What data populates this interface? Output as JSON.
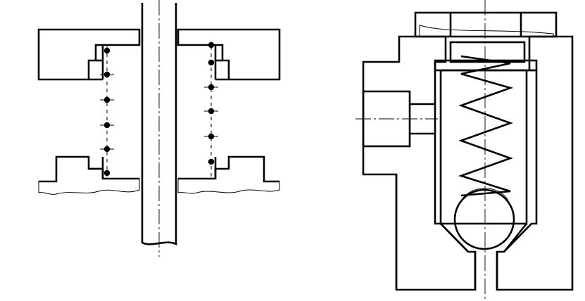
{
  "figure": {
    "background": "#ffffff",
    "line_color": "#000000",
    "views": [
      {
        "name": "shaft-seal-section",
        "parts": [
          "gland-flange",
          "housing",
          "shaft",
          "packing-rings",
          "shaft-centerline"
        ]
      },
      {
        "name": "spring-check-valve-section",
        "parts": [
          "valve-cap",
          "valve-body",
          "side-port",
          "spring",
          "ball",
          "outlet-channel",
          "valve-centerline"
        ]
      }
    ]
  }
}
